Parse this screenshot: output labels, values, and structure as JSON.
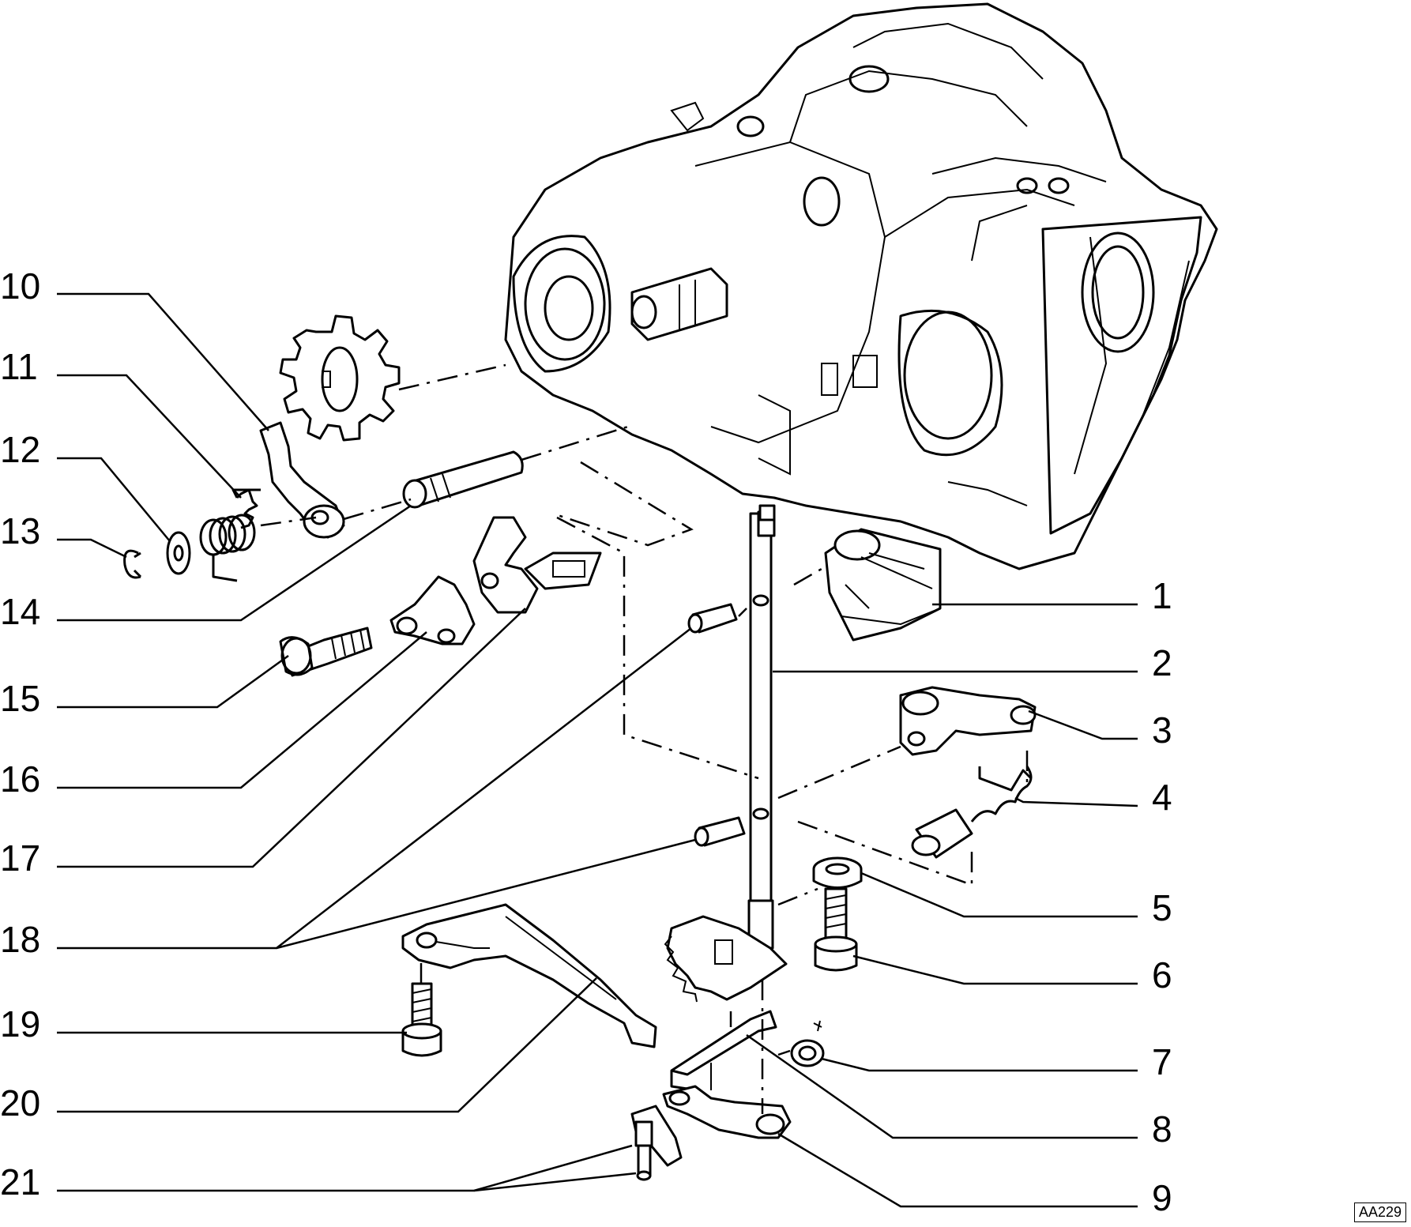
{
  "callouts": {
    "c1": "1",
    "c2": "2",
    "c3": "3",
    "c4": "4",
    "c5": "5",
    "c6": "6",
    "c7": "7",
    "c8": "8",
    "c9": "9",
    "c10": "10",
    "c11": "11",
    "c12": "12",
    "c13": "13",
    "c14": "14",
    "c15": "15",
    "c16": "16",
    "c17": "17",
    "c18": "18",
    "c19": "19",
    "c20": "20",
    "c21": "21"
  },
  "reference_code": "AA229"
}
